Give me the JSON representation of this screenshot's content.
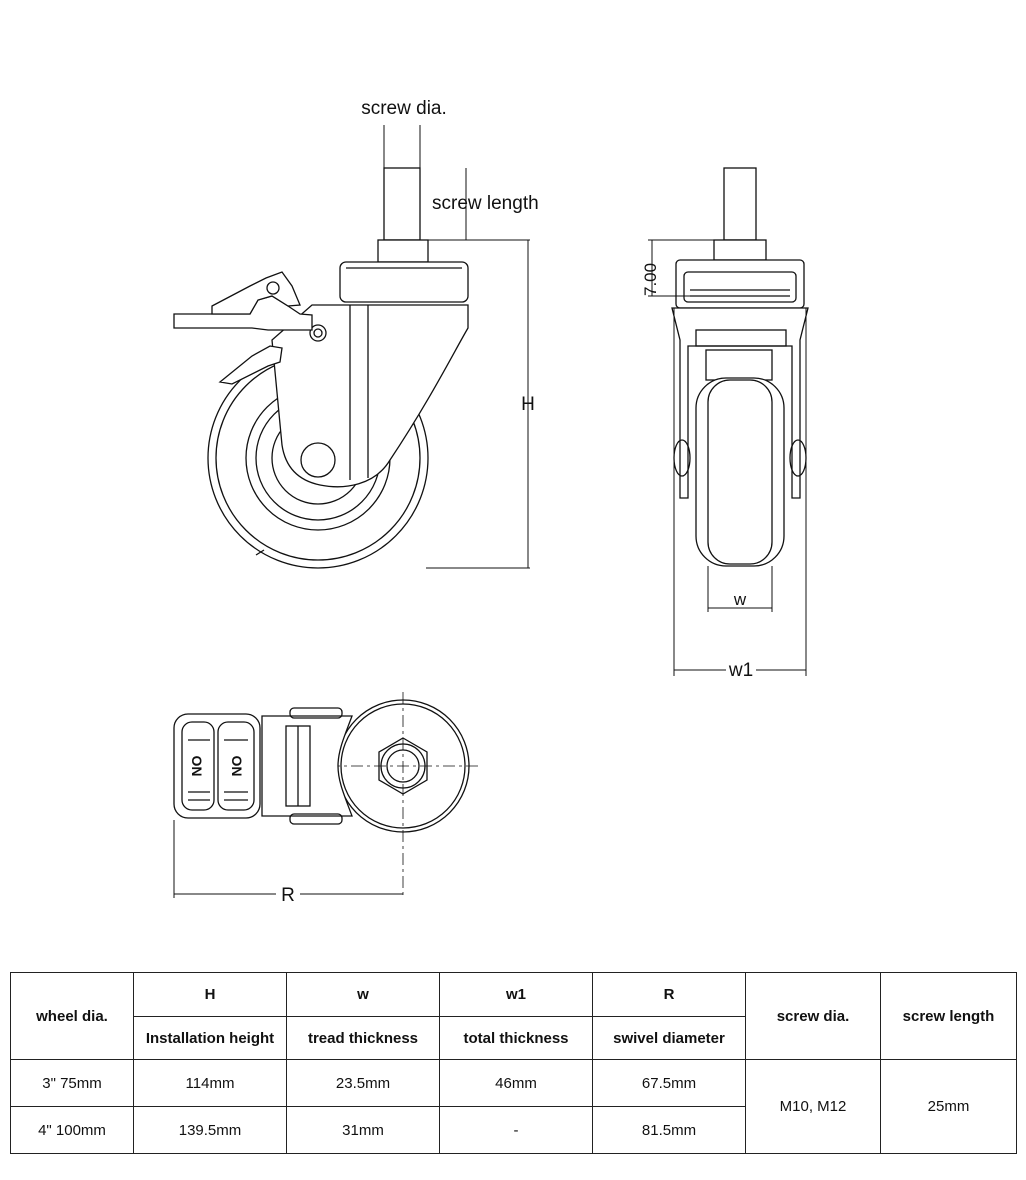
{
  "diagram": {
    "labels": {
      "screw_dia": "screw dia.",
      "screw_length": "screw length",
      "H": "H",
      "w": "w",
      "w1": "w1",
      "R": "R",
      "brake_offset": "7.00"
    },
    "logo_text": "ON"
  },
  "table": {
    "headers": {
      "wheel_dia": "wheel dia.",
      "H": "H",
      "H_sub": "Installation height",
      "w": "w",
      "w_sub": "tread thickness",
      "w1": "w1",
      "w1_sub": "total thickness",
      "R": "R",
      "R_sub": "swivel diameter",
      "screw_dia": "screw dia.",
      "screw_length": "screw length"
    },
    "rows": [
      {
        "wheel_dia": "3\" 75mm",
        "H": "114mm",
        "w": "23.5mm",
        "w1": "46mm",
        "R": "67.5mm"
      },
      {
        "wheel_dia": "4\" 100mm",
        "H": "139.5mm",
        "w": "31mm",
        "w1": "-",
        "R": "81.5mm"
      }
    ],
    "shared": {
      "screw_dia": "M10, M12",
      "screw_length": "25mm"
    }
  }
}
